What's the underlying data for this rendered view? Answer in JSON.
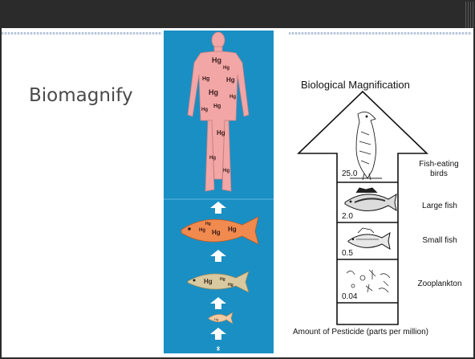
{
  "slide": {
    "title": "Biomagnify"
  },
  "food_chain_image": {
    "contaminant_label": "Hg",
    "levels": [
      "human",
      "large-fish",
      "small-fish",
      "tiny-fish"
    ],
    "colors": {
      "background": "#1a8fc4",
      "human": "#f2a6a6",
      "large_fish": "#f08a4e",
      "small_fish": "#d9c9a0",
      "arrow": "#ffffff"
    }
  },
  "diagram": {
    "title": "Biological Magnification",
    "axis_caption": "Amount of Pesticide (parts per million)",
    "tiers": [
      {
        "label": "Fish-eating birds",
        "value": "25.0",
        "icon": "bird-icon"
      },
      {
        "label": "Large fish",
        "value": "2.0",
        "icon": "large-fish-icon"
      },
      {
        "label": "Small fish",
        "value": "0.5",
        "icon": "small-fish-icon"
      },
      {
        "label": "Zooplankton",
        "value": "0.04",
        "icon": "zooplankton-icon"
      }
    ]
  }
}
